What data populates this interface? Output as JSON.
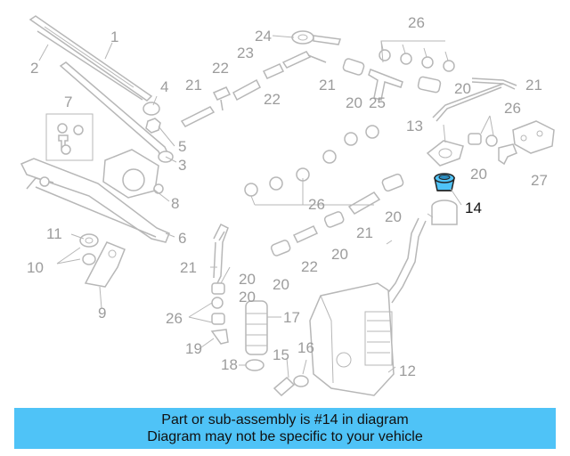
{
  "diagram": {
    "highlight_color": "#4fc3f7",
    "highlighted_part": "14",
    "callouts": {
      "c1": "1",
      "c2": "2",
      "c3": "3",
      "c4": "4",
      "c5": "5",
      "c6": "6",
      "c7": "7",
      "c8": "8",
      "c9": "9",
      "c10": "10",
      "c11": "11",
      "c12": "12",
      "c13": "13",
      "c14": "14",
      "c15": "15",
      "c16": "16",
      "c17": "17",
      "c18": "18",
      "c19": "19",
      "c20a": "20",
      "c20b": "20",
      "c20c": "20",
      "c20d": "20",
      "c20e": "20",
      "c20f": "20",
      "c20g": "20",
      "c20h": "20",
      "c21a": "21",
      "c21b": "21",
      "c21c": "21",
      "c21d": "21",
      "c21e": "21",
      "c22a": "22",
      "c22b": "22",
      "c22c": "22",
      "c23": "23",
      "c24": "24",
      "c25": "25",
      "c26a": "26",
      "c26b": "26",
      "c26c": "26",
      "c26d": "26",
      "c27": "27"
    }
  },
  "footer": {
    "line1": "Part or sub-assembly is #14 in diagram",
    "line2": "Diagram may not be specific to your vehicle"
  }
}
